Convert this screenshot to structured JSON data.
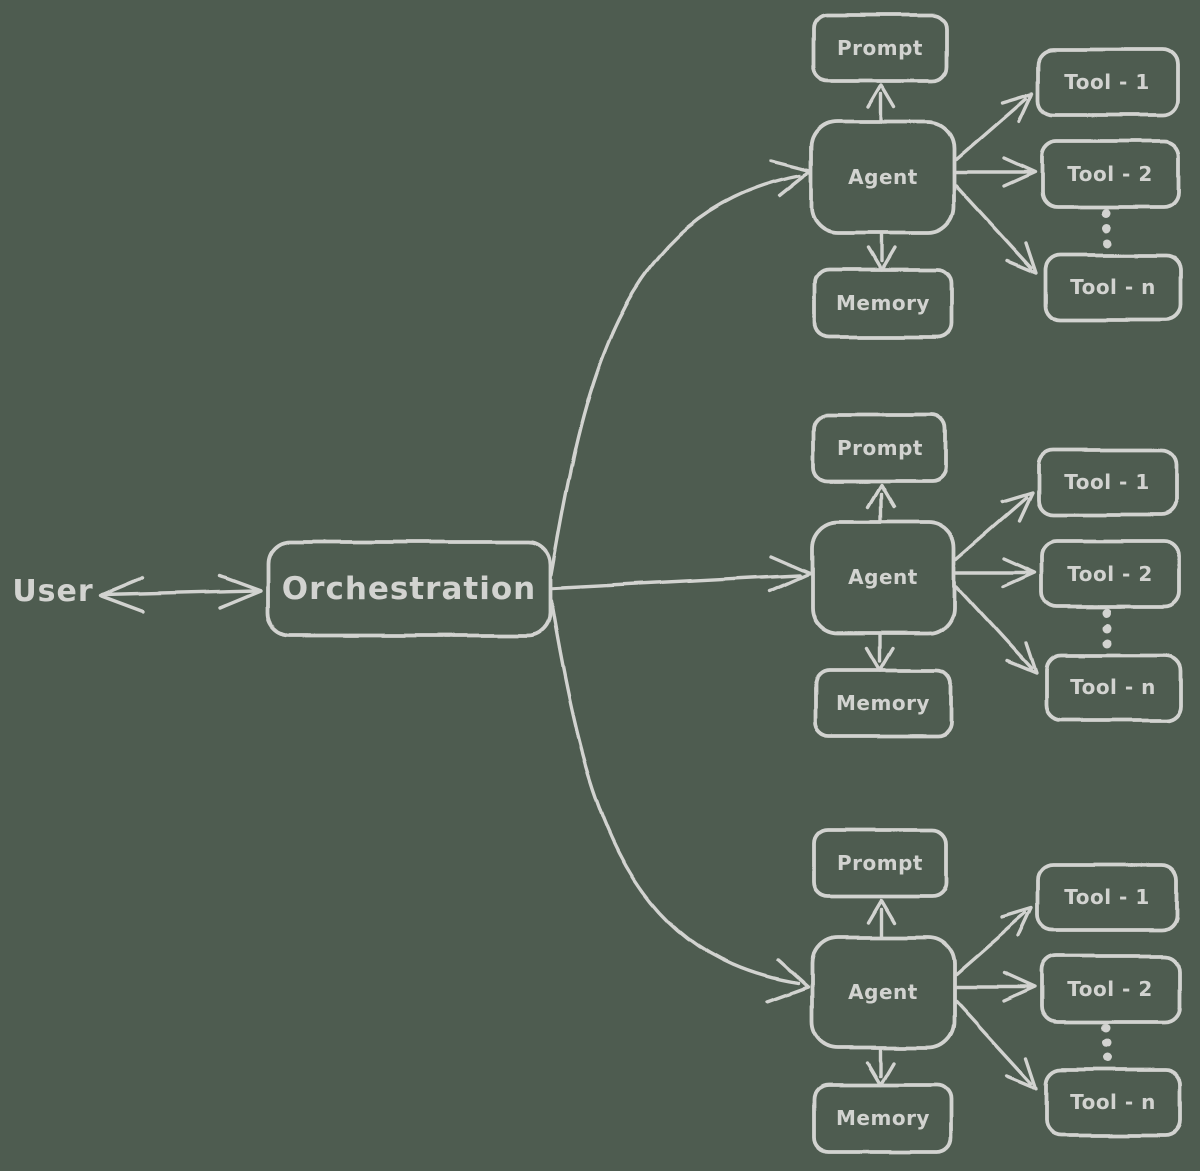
{
  "colors": {
    "background": "#4e5c50",
    "stroke": "#d2d3d0"
  },
  "nodes": {
    "user": "User",
    "orchestration": "Orchestration"
  },
  "clusters": [
    {
      "prompt": "Prompt",
      "agent": "Agent",
      "memory": "Memory",
      "tool_1": "Tool - 1",
      "tool_2": "Tool - 2",
      "tool_n": "Tool - n"
    },
    {
      "prompt": "Prompt",
      "agent": "Agent",
      "memory": "Memory",
      "tool_1": "Tool - 1",
      "tool_2": "Tool - 2",
      "tool_n": "Tool - n"
    },
    {
      "prompt": "Prompt",
      "agent": "Agent",
      "memory": "Memory",
      "tool_1": "Tool - 1",
      "tool_2": "Tool - 2",
      "tool_n": "Tool - n"
    }
  ]
}
